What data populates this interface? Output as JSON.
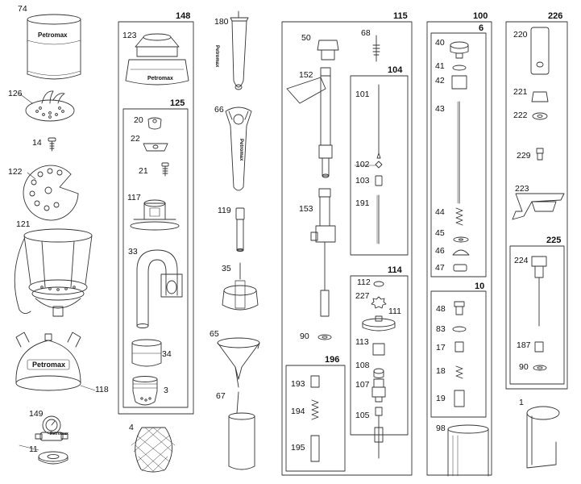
{
  "brand": "Petromax",
  "groups": [
    "148",
    "125",
    "115",
    "104",
    "114",
    "196",
    "100",
    "6",
    "10",
    "226",
    "225"
  ],
  "parts": [
    "74",
    "126",
    "14",
    "122",
    "121",
    "118",
    "149",
    "11",
    "4",
    "123",
    "20",
    "22",
    "21",
    "117",
    "33",
    "34",
    "3",
    "180",
    "66",
    "119",
    "35",
    "65",
    "67",
    "50",
    "68",
    "152",
    "153",
    "90",
    "101",
    "102",
    "103",
    "191",
    "112",
    "227",
    "111",
    "113",
    "108",
    "107",
    "105",
    "193",
    "194",
    "195",
    "40",
    "41",
    "42",
    "43",
    "44",
    "45",
    "46",
    "47",
    "48",
    "83",
    "17",
    "18",
    "19",
    "98",
    "220",
    "221",
    "222",
    "229",
    "223",
    "224",
    "187",
    "1"
  ]
}
